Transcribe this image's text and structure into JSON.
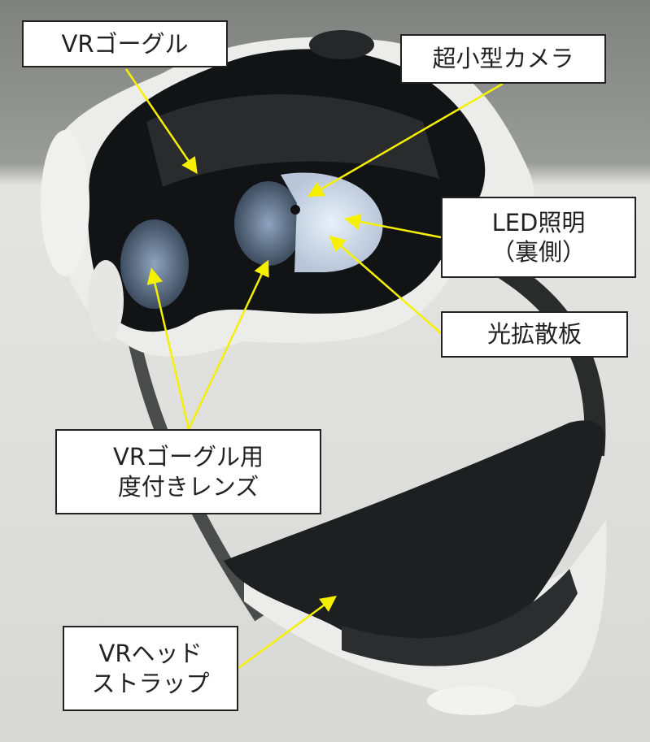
{
  "labels": {
    "vr_goggle": "VRゴーグル",
    "micro_camera": "超小型カメラ",
    "led_light": "LED照明\n（裏側）",
    "diffuser": "光拡散板",
    "prescription_lens": "VRゴーグル用\n度付きレンズ",
    "head_strap": "VRヘッド\nストラップ"
  },
  "colors": {
    "arrow": "#f5f000",
    "label_border": "#222222",
    "label_bg": "#ffffff"
  }
}
